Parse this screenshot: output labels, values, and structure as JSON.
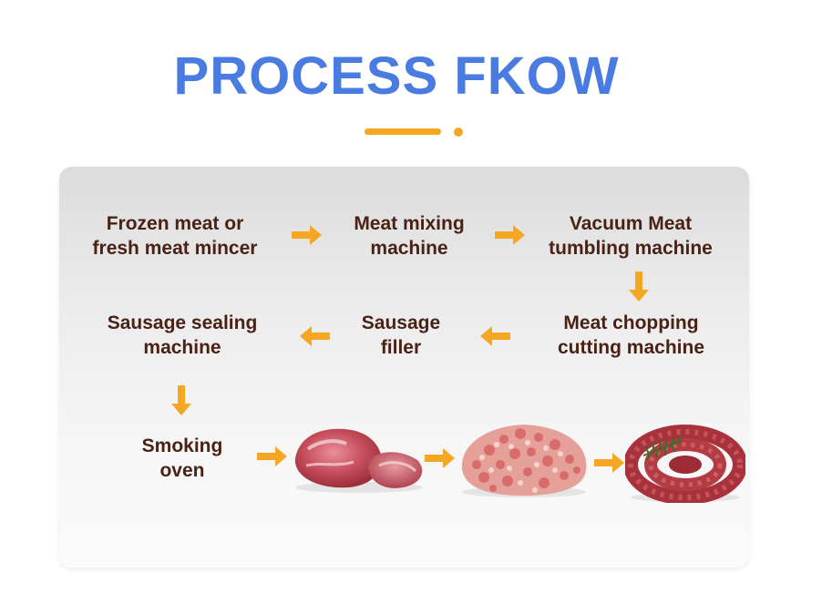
{
  "header": {
    "title": "PROCESS FKOW",
    "accent_color": "#4a7be0",
    "decoration_color": "#f5a623"
  },
  "steps": [
    {
      "line1": "Frozen meat or",
      "line2": "fresh meat mincer"
    },
    {
      "line1": "Meat mixing",
      "line2": "machine"
    },
    {
      "line1": "Vacuum Meat",
      "line2": "tumbling machine"
    },
    {
      "line1": "Meat chopping",
      "line2": "cutting machine"
    },
    {
      "line1": "Sausage",
      "line2": "filler"
    },
    {
      "line1": "Sausage sealing",
      "line2": "machine"
    },
    {
      "line1": "Smoking",
      "line2": "oven"
    }
  ],
  "images": [
    {
      "icon": "raw-meat-icon"
    },
    {
      "icon": "minced-meat-icon"
    },
    {
      "icon": "sausage-coil-icon"
    }
  ],
  "arrow_icon": "orange-arrow-icon",
  "text_color": "#4a2215"
}
